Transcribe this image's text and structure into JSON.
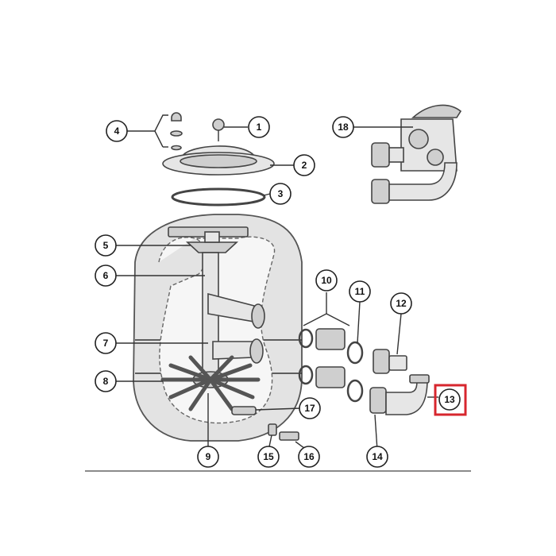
{
  "labels": [
    {
      "id": "1",
      "text": "1"
    },
    {
      "id": "2",
      "text": "2"
    },
    {
      "id": "3",
      "text": "3"
    },
    {
      "id": "4",
      "text": "4"
    },
    {
      "id": "5",
      "text": "5"
    },
    {
      "id": "6",
      "text": "6"
    },
    {
      "id": "7",
      "text": "7"
    },
    {
      "id": "8",
      "text": "8"
    },
    {
      "id": "9",
      "text": "9"
    },
    {
      "id": "10",
      "text": "10"
    },
    {
      "id": "11",
      "text": "11"
    },
    {
      "id": "12",
      "text": "12"
    },
    {
      "id": "13",
      "text": "13"
    },
    {
      "id": "14",
      "text": "14"
    },
    {
      "id": "15",
      "text": "15"
    },
    {
      "id": "16",
      "text": "16"
    },
    {
      "id": "17",
      "text": "17"
    },
    {
      "id": "18",
      "text": "18"
    }
  ],
  "highlight": {
    "target": "13",
    "color": "#d7262e"
  }
}
